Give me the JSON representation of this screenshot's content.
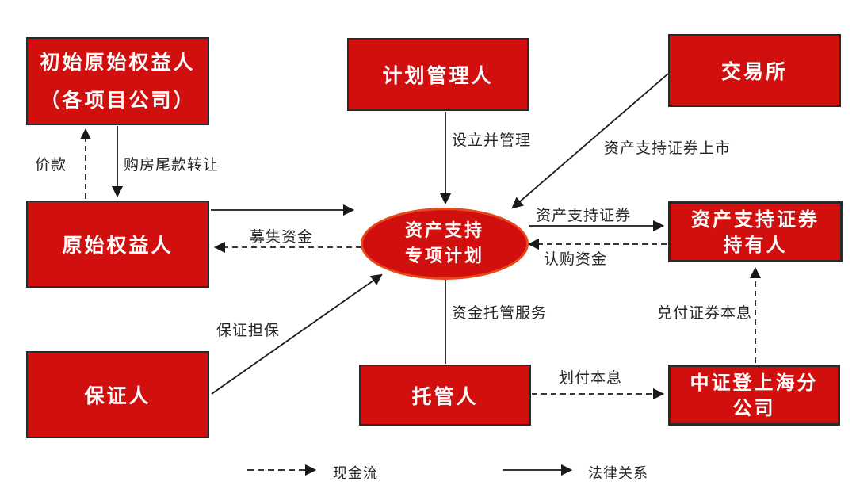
{
  "nodes": {
    "initial_originator": {
      "line1": "初始原始权益人",
      "line2": "（各项目公司）"
    },
    "plan_manager": {
      "label": "计划管理人"
    },
    "exchange": {
      "label": "交易所"
    },
    "originator": {
      "label": "原始权益人"
    },
    "spv": {
      "line1": "资产支持",
      "line2": "专项计划"
    },
    "abs_holder": {
      "line1": "资产支持证券",
      "line2": "持有人"
    },
    "guarantor": {
      "label": "保证人"
    },
    "custodian": {
      "label": "托管人"
    },
    "csdc": {
      "line1": "中证登上海分",
      "line2": "公司"
    }
  },
  "edges": {
    "price": "价款",
    "tail_payment_transfer": "购房尾款转让",
    "setup_and_manage": "设立并管理",
    "abs_listing": "资产支持证券上市",
    "raised_funds": "募集资金",
    "abs_securities": "资产支持证券",
    "subscription_funds": "认购资金",
    "guarantee": "保证担保",
    "fund_custody_service": "资金托管服务",
    "transfer_principal_interest": "划付本息",
    "redeem_principal_interest": "兑付证券本息"
  },
  "legend": {
    "cash_flow": "现金流",
    "legal_relation": "法律关系"
  },
  "colors": {
    "node_fill": "#d20f0f",
    "node_border": "#2a2a2a",
    "ellipse_border": "#e84a17",
    "node_text": "#ffffff",
    "label_text": "#262626",
    "line": "#1a1a1a"
  }
}
